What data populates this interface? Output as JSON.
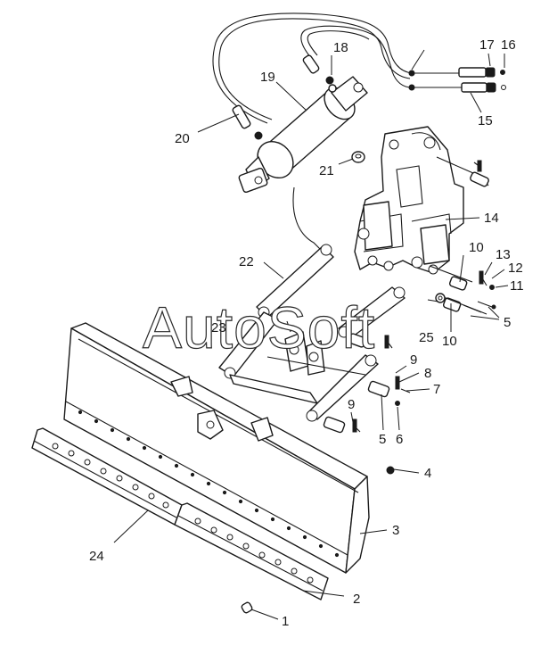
{
  "watermark": "AutoSoft",
  "callouts": [
    {
      "id": "c1",
      "label": "1"
    },
    {
      "id": "c2",
      "label": "2"
    },
    {
      "id": "c3",
      "label": "3"
    },
    {
      "id": "c4",
      "label": "4"
    },
    {
      "id": "c5a",
      "label": "5"
    },
    {
      "id": "c5b",
      "label": "5"
    },
    {
      "id": "c6",
      "label": "6"
    },
    {
      "id": "c7",
      "label": "7"
    },
    {
      "id": "c8",
      "label": "8"
    },
    {
      "id": "c9a",
      "label": "9"
    },
    {
      "id": "c9b",
      "label": "9"
    },
    {
      "id": "c10a",
      "label": "10"
    },
    {
      "id": "c10b",
      "label": "10"
    },
    {
      "id": "c11",
      "label": "11"
    },
    {
      "id": "c12",
      "label": "12"
    },
    {
      "id": "c13",
      "label": "13"
    },
    {
      "id": "c14",
      "label": "14"
    },
    {
      "id": "c15",
      "label": "15"
    },
    {
      "id": "c16",
      "label": "16"
    },
    {
      "id": "c17",
      "label": "17"
    },
    {
      "id": "c18",
      "label": "18"
    },
    {
      "id": "c19",
      "label": "19"
    },
    {
      "id": "c20",
      "label": "20"
    },
    {
      "id": "c21",
      "label": "21"
    },
    {
      "id": "c22",
      "label": "22"
    },
    {
      "id": "c23",
      "label": "23"
    },
    {
      "id": "c24",
      "label": "24"
    },
    {
      "id": "c25",
      "label": "25"
    }
  ]
}
